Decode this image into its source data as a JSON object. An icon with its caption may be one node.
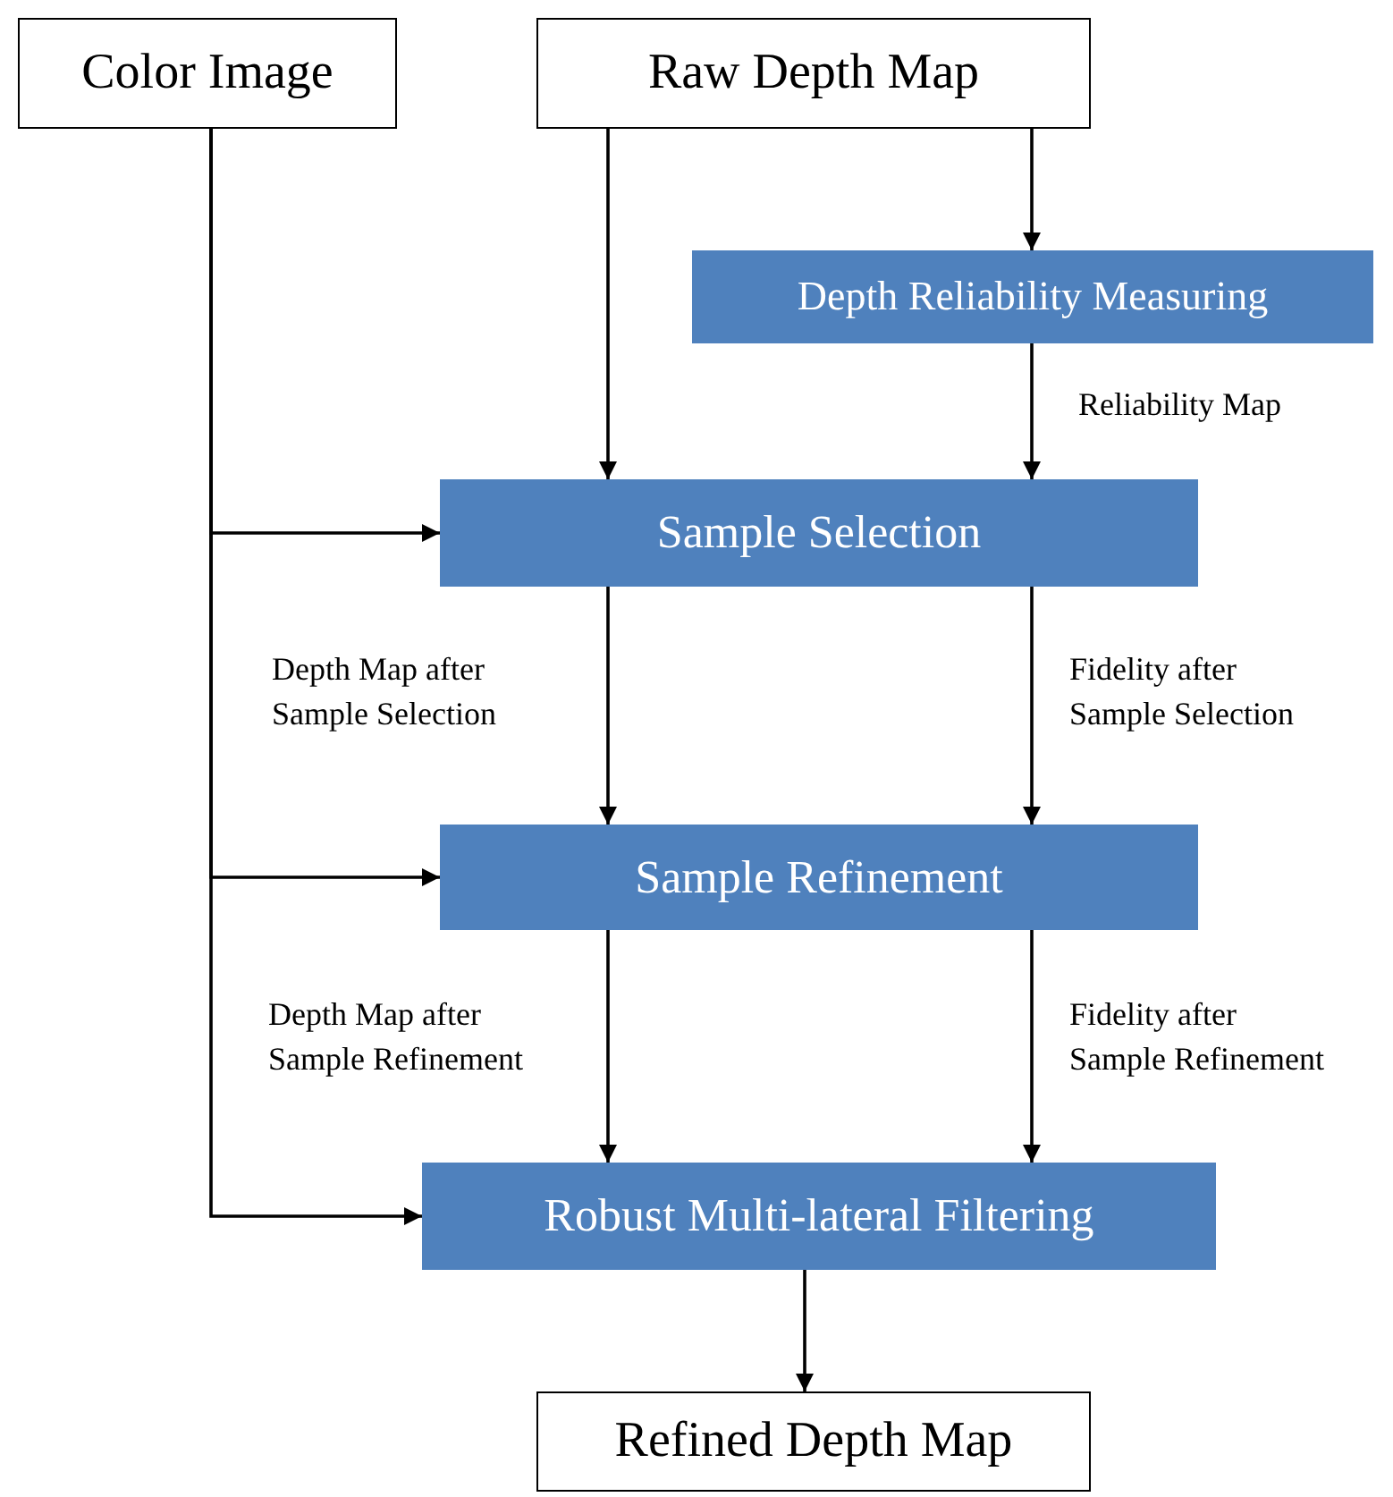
{
  "diagram": {
    "nodes": [
      {
        "text": [
          "Color Image"
        ]
      },
      {
        "text": [
          "Raw Depth Map"
        ]
      },
      {
        "text": [
          "Depth Reliability Measuring"
        ]
      },
      {
        "text": [
          "Sample Selection"
        ]
      },
      {
        "text": [
          "Sample Refinement"
        ]
      },
      {
        "text": [
          "Robust Multi-lateral Filtering"
        ]
      },
      {
        "text": [
          "Refined Depth Map"
        ]
      }
    ],
    "edges": [
      {
        "from": 1,
        "to": 2,
        "arrow": "to"
      },
      {
        "from": 1,
        "to": 3,
        "arrow": "to"
      },
      {
        "from": 2,
        "to": 3,
        "arrow": "to",
        "label": "Reliability Map"
      },
      {
        "from": 0,
        "to": 3,
        "arrow": "to"
      },
      {
        "from": 3,
        "to": 4,
        "arrow": "to",
        "label": "Depth Map after Sample Selection"
      },
      {
        "from": 3,
        "to": 4,
        "arrow": "to",
        "label": "Fidelity after Sample Selection"
      },
      {
        "from": 0,
        "to": 4,
        "arrow": "to"
      },
      {
        "from": 4,
        "to": 5,
        "arrow": "to",
        "label": "Depth Map after Sample Refinement"
      },
      {
        "from": 4,
        "to": 5,
        "arrow": "to",
        "label": "Fidelity after Sample Refinement"
      },
      {
        "from": 0,
        "to": 5,
        "arrow": "to"
      },
      {
        "from": 5,
        "to": 6,
        "arrow": "to"
      }
    ]
  }
}
